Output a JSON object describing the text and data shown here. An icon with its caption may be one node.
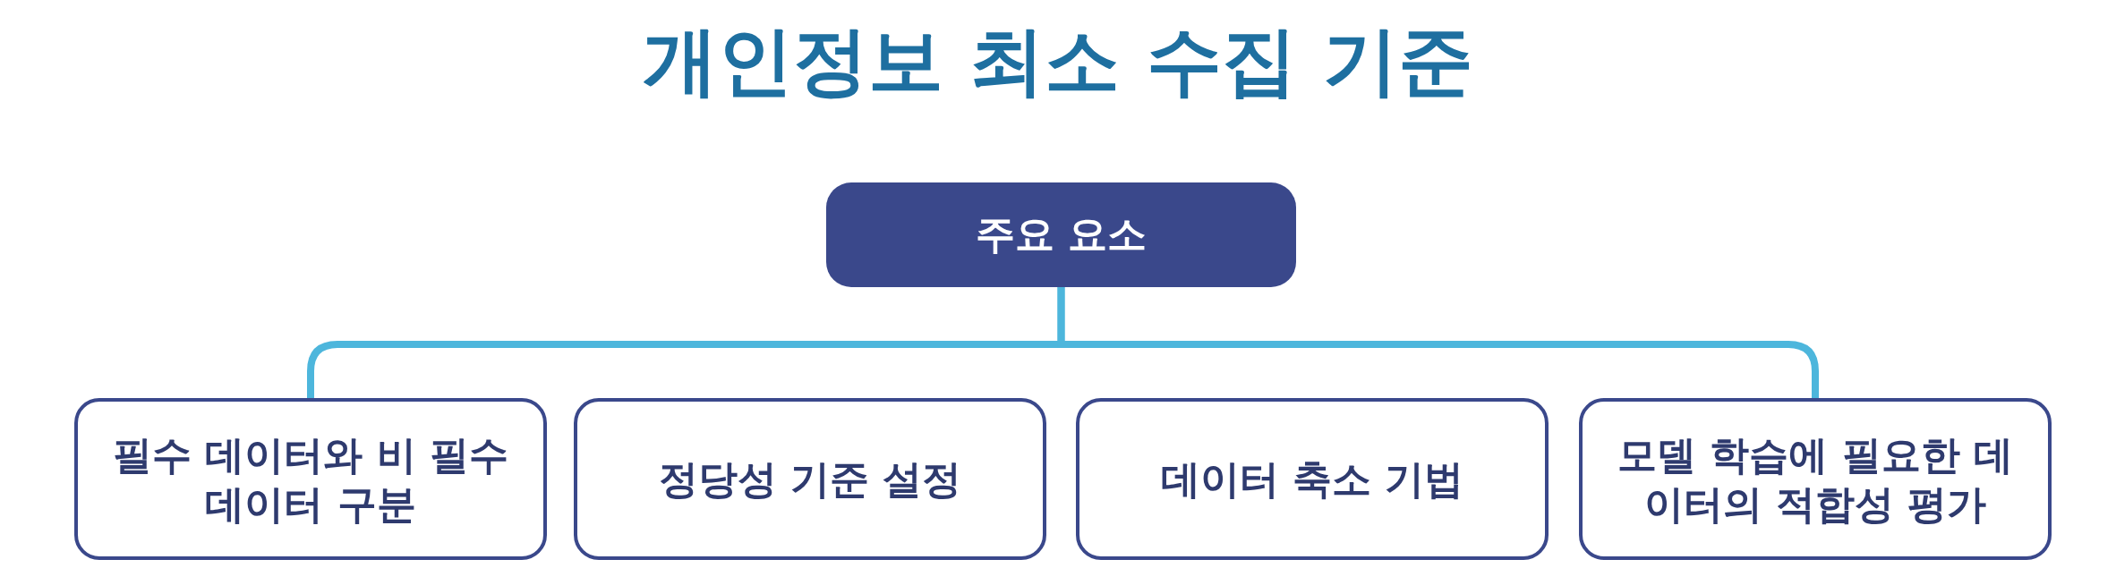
{
  "diagram": {
    "title": "개인정보 최소 수집 기준",
    "nodes": [
      {
        "text": [
          "주요 요소"
        ]
      },
      {
        "text": [
          "필수 데이터와 비 필수 데이터 구분"
        ]
      },
      {
        "text": [
          "정당성 기준 설정"
        ]
      },
      {
        "text": [
          "데이터 축소 기법"
        ]
      },
      {
        "text": [
          "모델 학습에 필요한 데이터의 적합성 평가"
        ]
      }
    ],
    "edges": [
      {
        "from": 0,
        "to": 1,
        "arrow": "none"
      },
      {
        "from": 0,
        "to": 4,
        "arrow": "none"
      }
    ]
  }
}
